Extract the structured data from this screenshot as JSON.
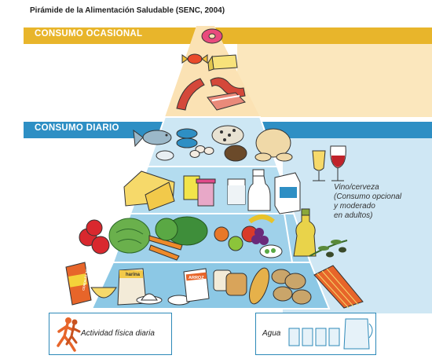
{
  "title": "Pirámide de la Alimentación Saludable (SENC, 2004)",
  "bands": {
    "occasional": "CONSUMO OCASIONAL",
    "daily": "CONSUMO DIARIO"
  },
  "wine_note": {
    "line1": "Vino/cerveza",
    "line2": "(Consumo opcional",
    "line3": "y moderado",
    "line4": "en adultos)"
  },
  "package_labels": {
    "flour": "harina",
    "cereals": "CEREALES INTEGRALES",
    "rice": "ARROZ"
  },
  "legend": {
    "activity": "Actividad física diaria",
    "water": "Agua"
  },
  "colors": {
    "occasional_band": "#e8b52b",
    "occasional_fill": "#fbe7bd",
    "daily_band": "#2e8fc4",
    "daily_fill": "#cfe7f4",
    "tier_fill": "#9fd1ea"
  },
  "icons": [
    "donut-icon",
    "candy-icon",
    "butter-icon",
    "sausage-icon",
    "bacon-icon",
    "fish-icon",
    "can-icon",
    "egg-icon",
    "chicken-icon",
    "beans-icon",
    "cheese-icon",
    "yogurt-icon",
    "milk-glass-icon",
    "milk-bottle-icon",
    "milk-carton-icon",
    "wine-glass-icon",
    "beer-glass-icon",
    "tomato-icon",
    "lettuce-icon",
    "carrot-icon",
    "fruit-icon",
    "oil-bottle-icon",
    "olive-branch-icon",
    "bread-icon",
    "potato-icon",
    "pasta-icon",
    "runner-icon",
    "water-glass-icon",
    "water-jug-icon"
  ]
}
